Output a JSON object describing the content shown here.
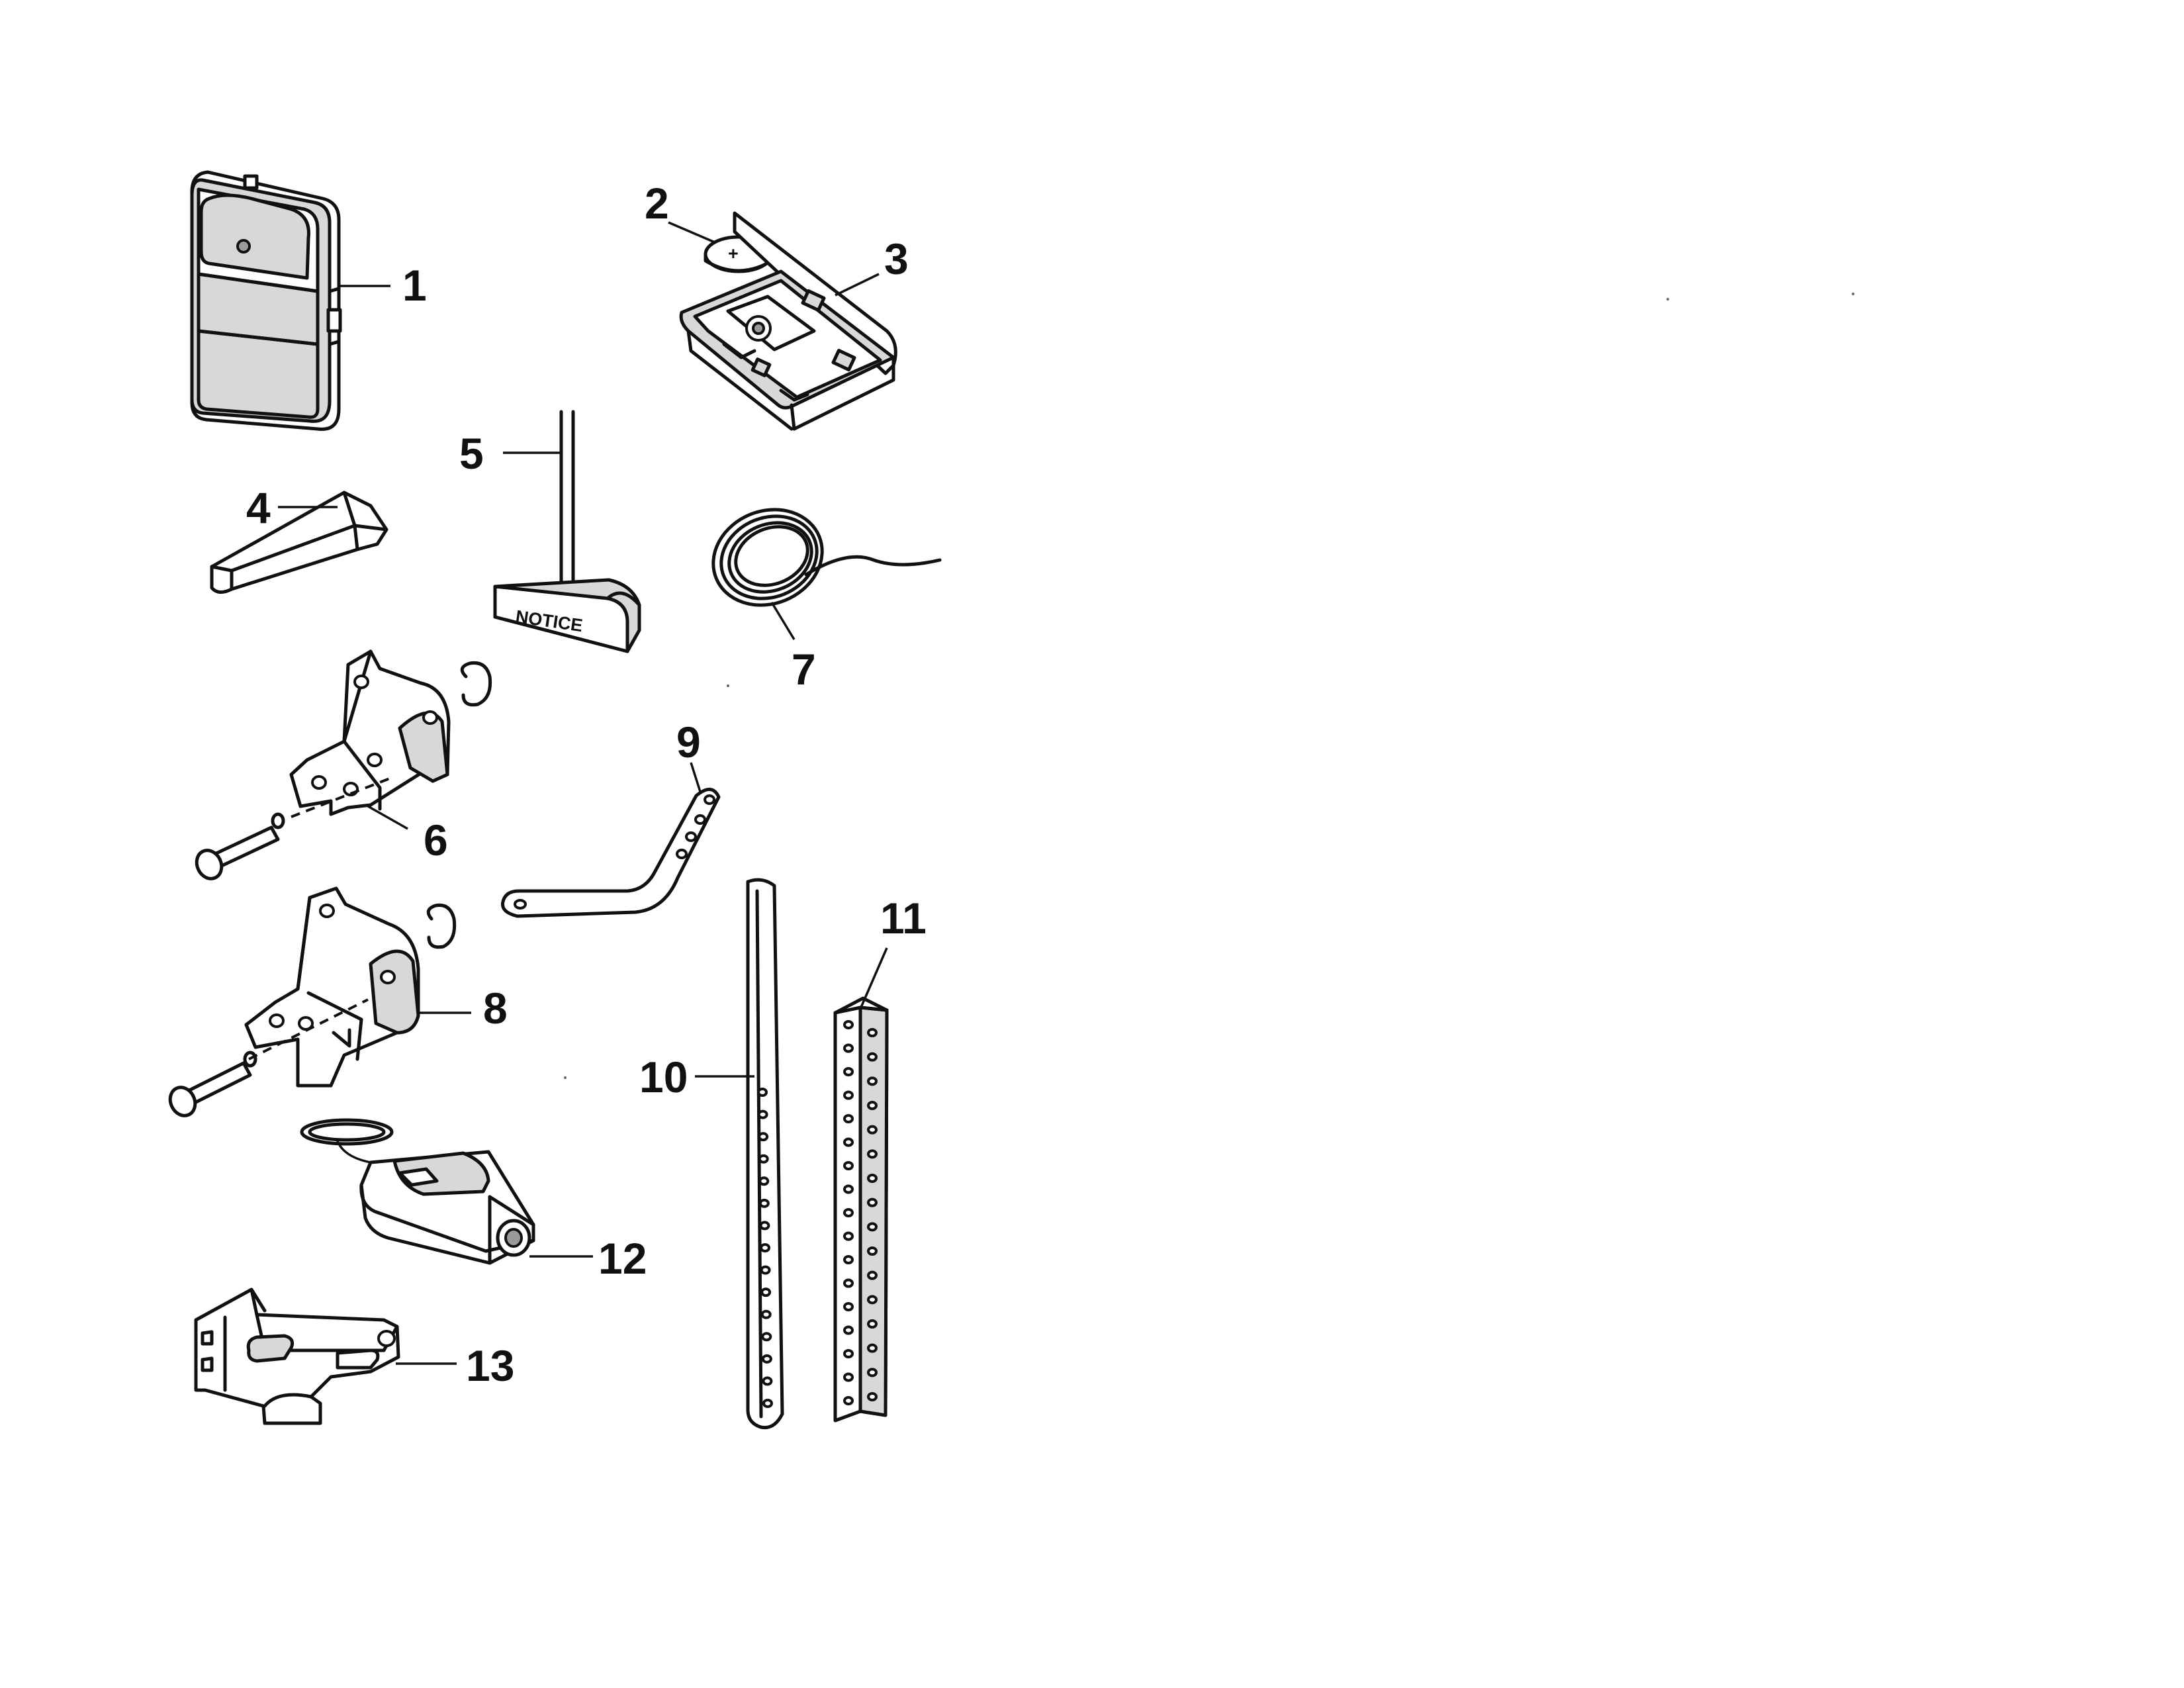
{
  "callouts": {
    "c1": "1",
    "c2": "2",
    "c3": "3",
    "c4": "4",
    "c5": "5",
    "c6": "6",
    "c7": "7",
    "c8": "8",
    "c9": "9",
    "c10": "10",
    "c11": "11",
    "c12": "12",
    "c13": "13"
  },
  "labels": {
    "notice_sign": "NOTICE"
  },
  "colors": {
    "line": "#111111",
    "background": "#ffffff"
  }
}
